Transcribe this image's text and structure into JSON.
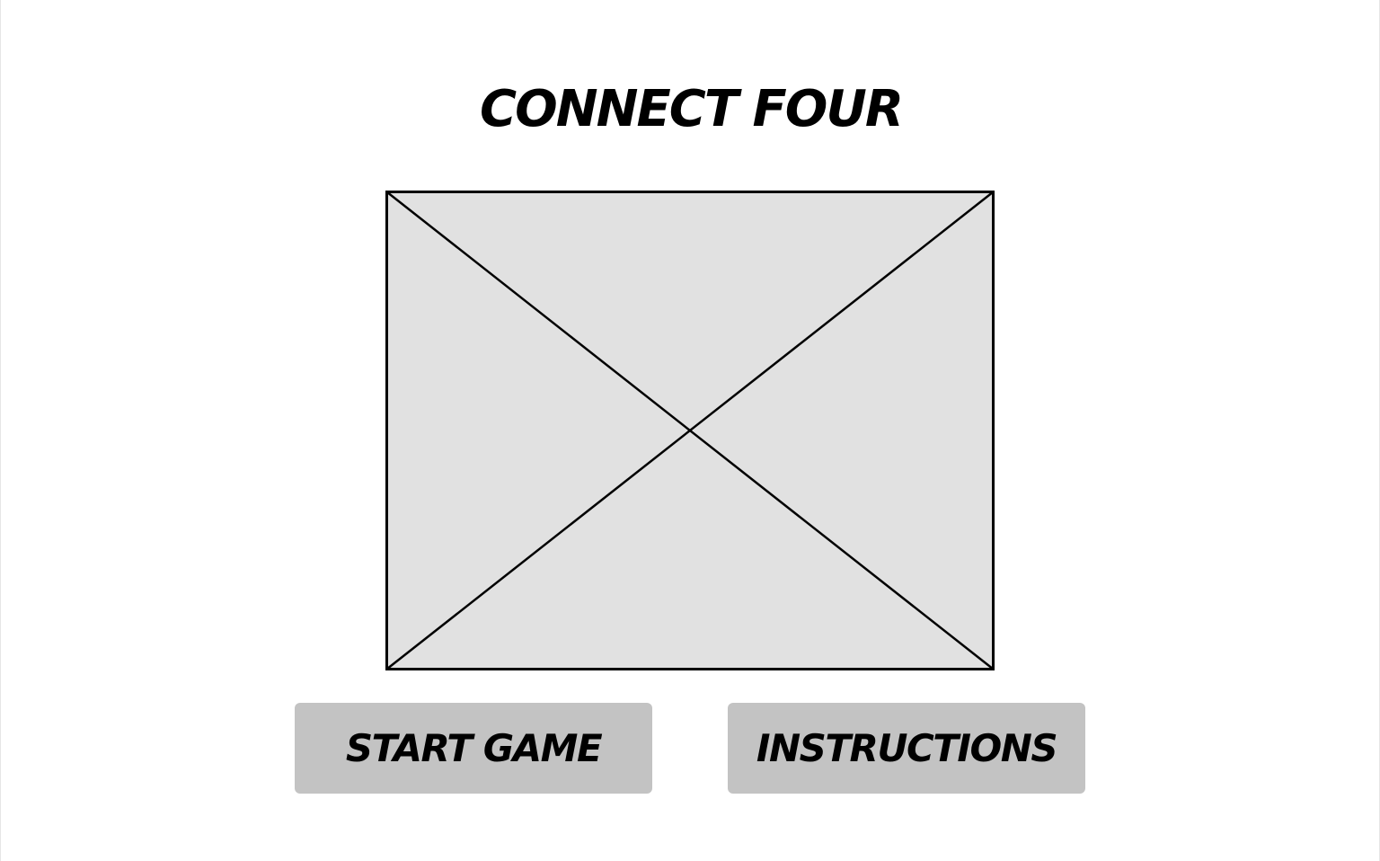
{
  "header": {
    "title": "CONNECT FOUR"
  },
  "main": {
    "image_placeholder_icon": "image-placeholder-x"
  },
  "actions": {
    "start_label": "START GAME",
    "instructions_label": "INSTRUCTIONS"
  },
  "colors": {
    "background": "#ffffff",
    "placeholder_fill": "#e1e1e1",
    "button_fill": "#c3c3c3",
    "text": "#000000"
  }
}
